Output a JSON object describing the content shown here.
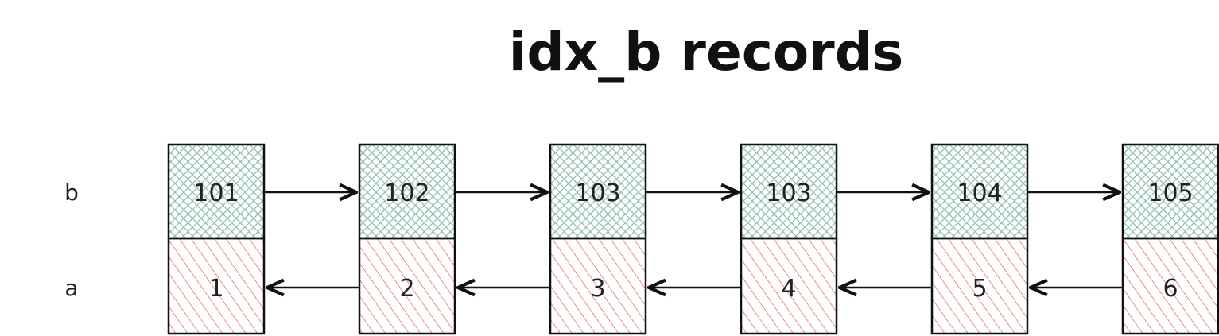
{
  "diagram": {
    "title": "idx_b records",
    "row_labels": {
      "b": "b",
      "a": "a"
    },
    "records": [
      {
        "b": "101",
        "a": "1"
      },
      {
        "b": "102",
        "a": "2"
      },
      {
        "b": "103",
        "a": "3"
      },
      {
        "b": "103",
        "a": "4"
      },
      {
        "b": "104",
        "a": "5"
      },
      {
        "b": "105",
        "a": "6"
      }
    ],
    "colors": {
      "b_fill": "#8fbfb3",
      "a_fill": "#e86b6b",
      "stroke": "#111111"
    }
  }
}
